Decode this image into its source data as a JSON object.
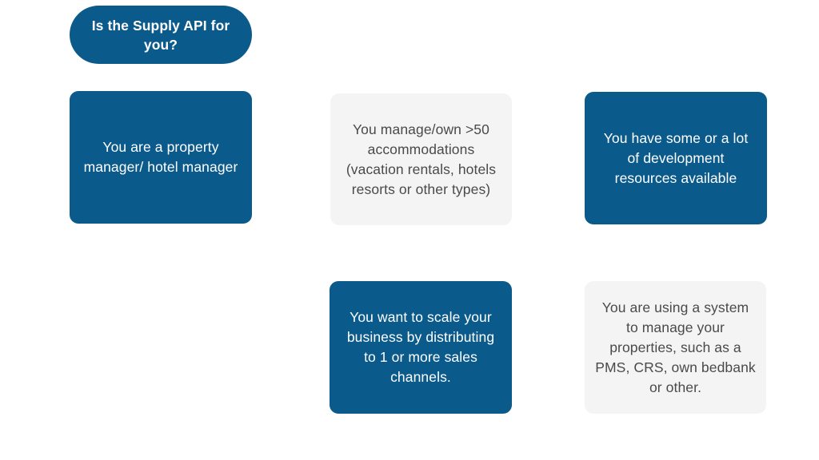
{
  "title": "Is the Supply API for\nyou?",
  "criteria": [
    "You are a property\nmanager/ hotel manager",
    "You manage/own >50\naccommodations\n(vacation rentals, hotels\nresorts or other types)",
    "You have some or a lot\nof development\nresources available",
    "You want to scale your\nbusiness by distributing\nto 1 or more sales\nchannels.",
    "You are using a system\nto manage your\nproperties, such as a\nPMS, CRS, own bedbank\nor other."
  ],
  "colors": {
    "dark_box": "#0b5a8c",
    "light_box": "#f4f4f4",
    "dark_text": "#ffffff",
    "light_text": "#4a4a4a"
  }
}
